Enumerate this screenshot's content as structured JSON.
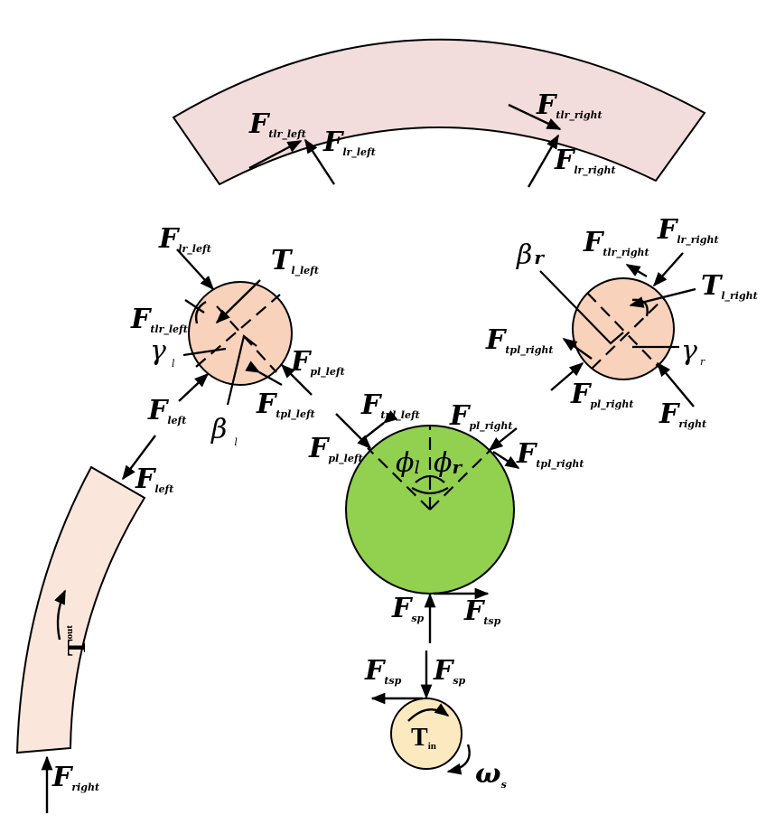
{
  "colors": {
    "top_link_fill": "#f2dcdc",
    "left_link_fill": "#fbe6dc",
    "planet_fill": "#f8d2bb",
    "sun_gear_fill": "#92d050",
    "input_gear_fill": "#fde9bf",
    "stroke": "#000000"
  },
  "labels": {
    "F": "F",
    "T": "T",
    "beta": "β",
    "gamma": "γ",
    "phi": "ϕ",
    "omega": "ω",
    "sub_tlr_left": "tlr_left",
    "sub_lr_left": "lr_left",
    "sub_tlr_right": "tlr_right",
    "sub_lr_right": "lr_right",
    "sub_l_left": "l_left",
    "sub_l_right": "l_right",
    "sub_tpl_left": "tpl_left",
    "sub_tpl_right": "tpl_right",
    "sub_pl_left": "pl_left",
    "sub_pl_right": "pl_right",
    "sub_left": "left",
    "sub_right": "right",
    "sub_l": "l",
    "sub_r": "r",
    "sub_sp": "sp",
    "sub_tsp": "tsp",
    "sub_out": "out",
    "sub_in": "in",
    "sub_s": "s"
  }
}
